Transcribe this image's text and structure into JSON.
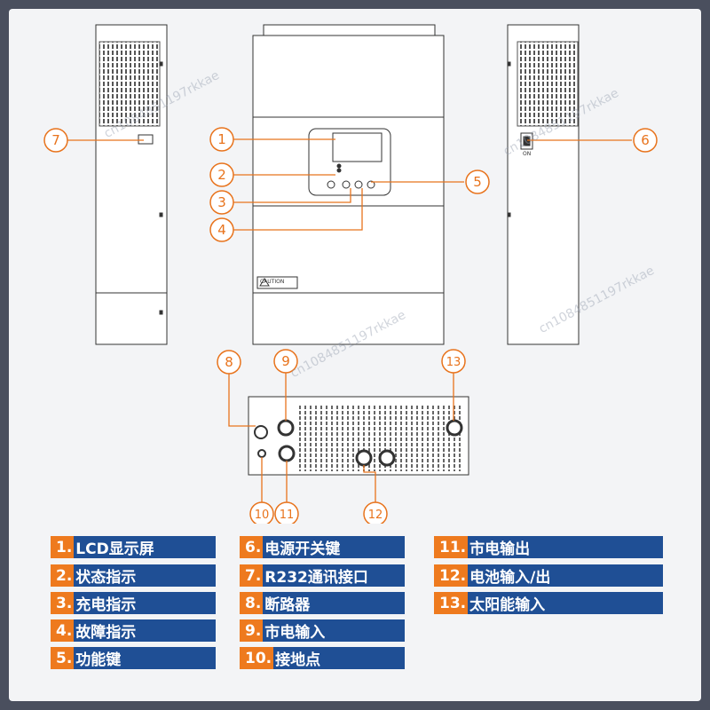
{
  "colors": {
    "accent": "#e8731c",
    "label_bar": "#1f4f95",
    "label_num": "#ee7a1e",
    "outline": "#333333"
  },
  "callouts": [
    "1",
    "2",
    "3",
    "4",
    "5",
    "6",
    "7",
    "8",
    "9",
    "10",
    "11",
    "12",
    "13"
  ],
  "watermark": "cn1084851197rkkae",
  "legend": [
    {
      "num": "1.",
      "text": "LCD显示屏"
    },
    {
      "num": "2.",
      "text": "状态指示"
    },
    {
      "num": "3.",
      "text": "充电指示"
    },
    {
      "num": "4.",
      "text": "故障指示"
    },
    {
      "num": "5.",
      "text": "功能键"
    },
    {
      "num": "6.",
      "text": "电源开关键"
    },
    {
      "num": "7.",
      "text": "R232通讯接口"
    },
    {
      "num": "8.",
      "text": "断路器"
    },
    {
      "num": "9.",
      "text": "市电输入"
    },
    {
      "num": "10.",
      "text": "接地点"
    },
    {
      "num": "11.",
      "text": "市电输出"
    },
    {
      "num": "12.",
      "text": "电池输入/出"
    },
    {
      "num": "13.",
      "text": "太阳能输入"
    }
  ],
  "device": {
    "caution_label": "CAUTION",
    "switch_label": "ON"
  }
}
